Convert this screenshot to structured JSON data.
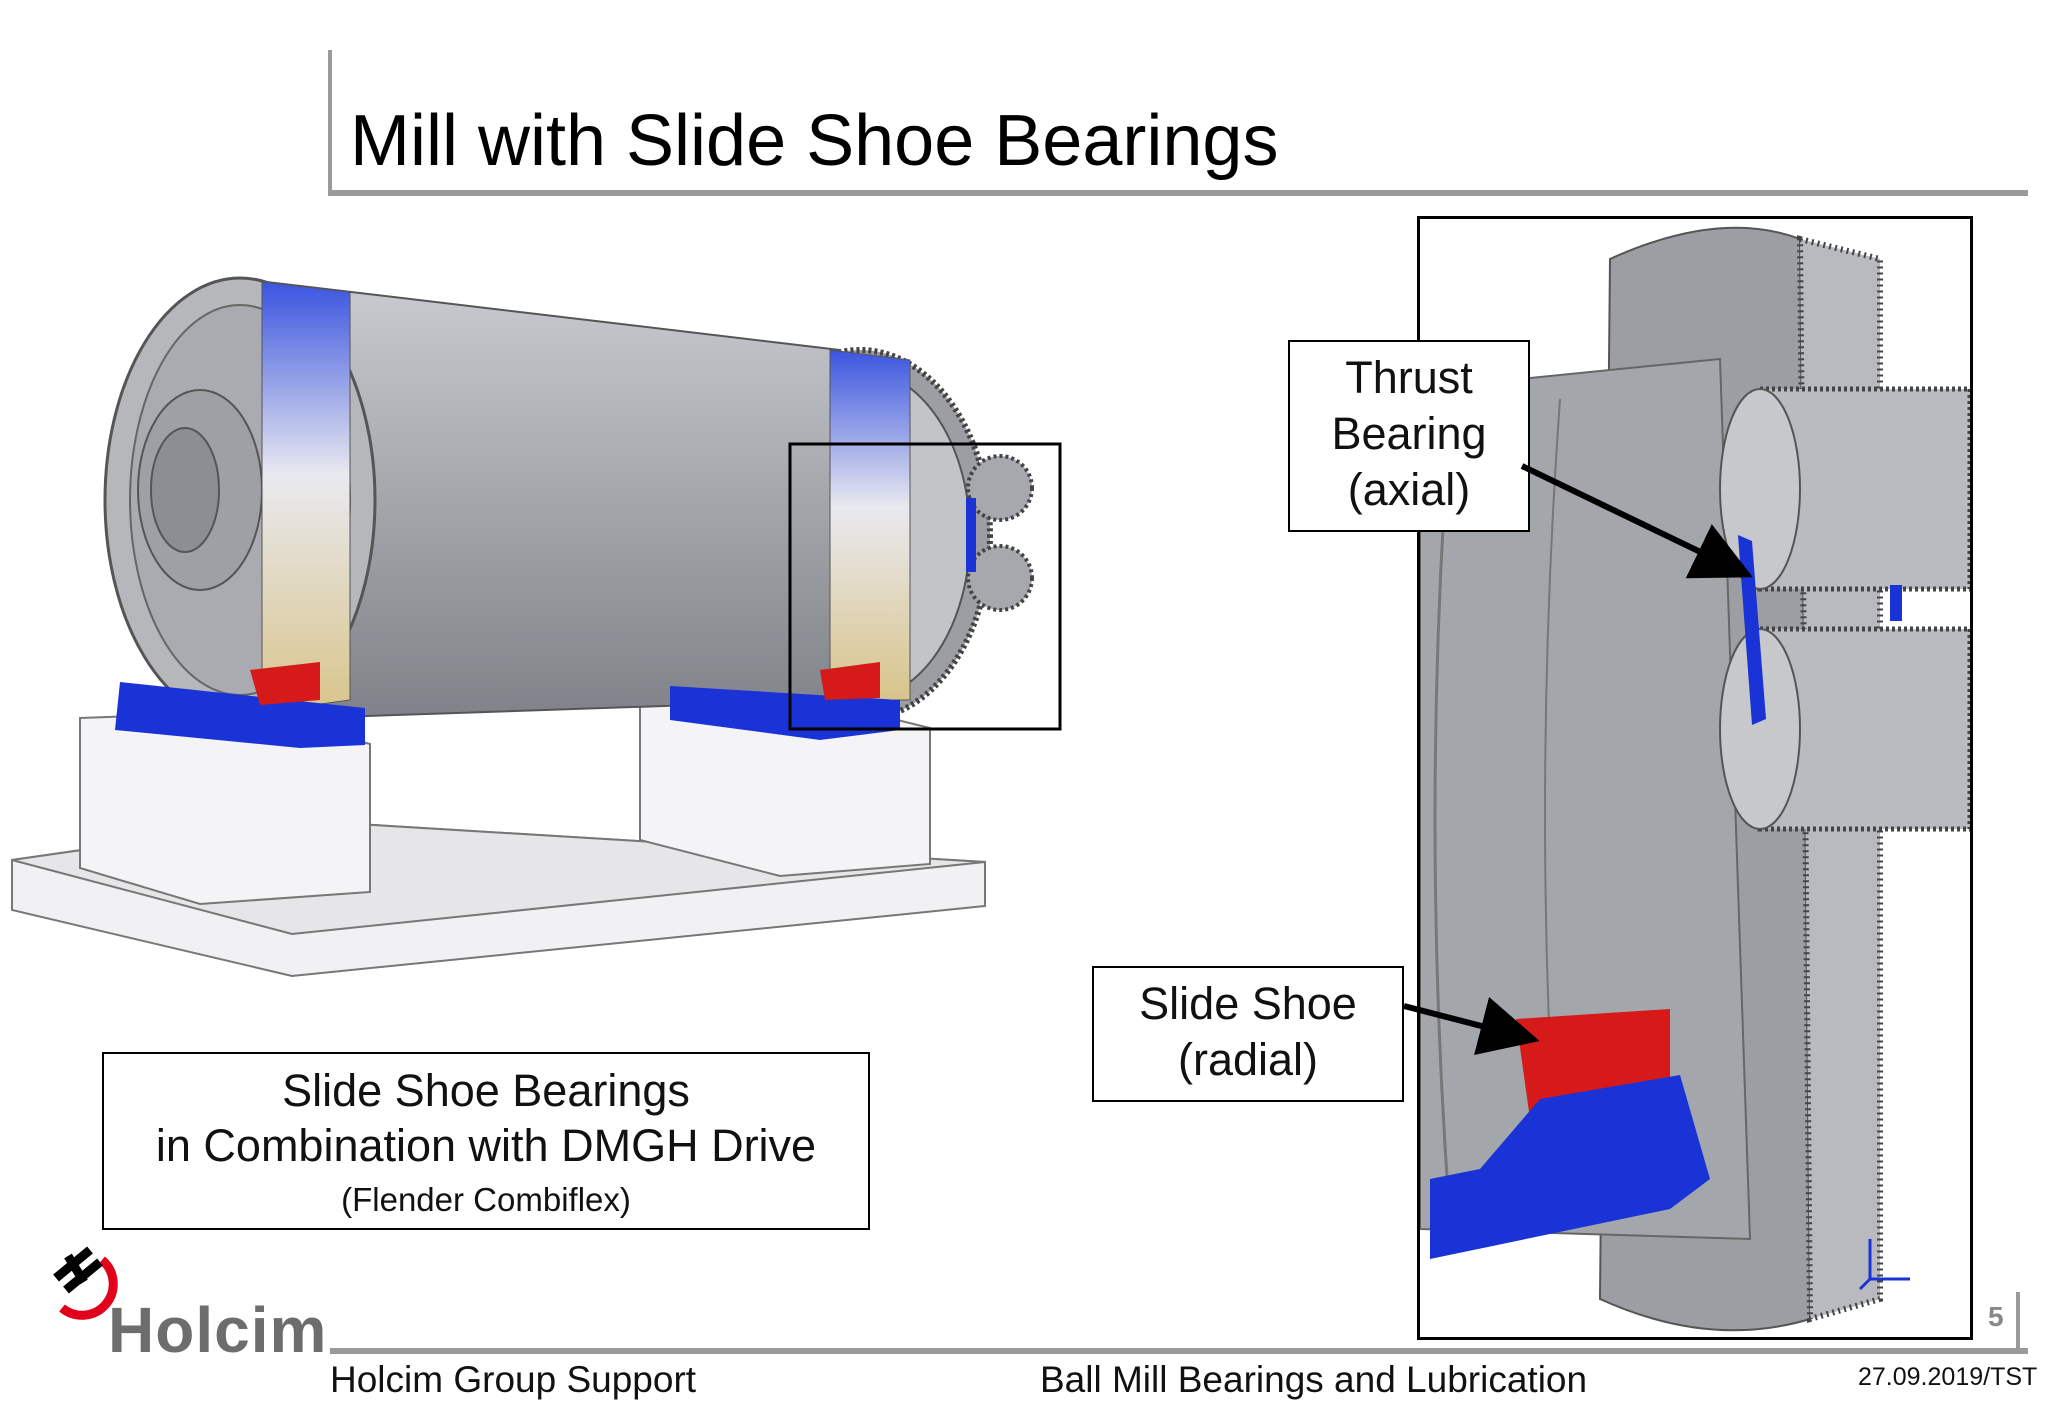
{
  "slide": {
    "title": "Mill with Slide Shoe Bearings",
    "page_number": "5"
  },
  "caption": {
    "line1": "Slide Shoe Bearings",
    "line2": "in Combination with DMGH Drive",
    "line3": "(Flender Combiflex)"
  },
  "callouts": {
    "thrust_line1": "Thrust",
    "thrust_line2": "Bearing",
    "thrust_line3": "(axial)",
    "slide_line1": "Slide Shoe",
    "slide_line2": "(radial)"
  },
  "footer": {
    "left": "Holcim Group Support",
    "center": "Ball Mill Bearings and Lubrication",
    "right": "27.09.2019/TST"
  },
  "logo": {
    "text": "Holcim",
    "icon": "holcim-h-logo-icon"
  },
  "colors": {
    "bearing_blue": "#1a33d6",
    "shoe_red": "#d61a1a",
    "steel_gray": "#a4a7ad",
    "rule_gray": "#9a9a9a"
  }
}
